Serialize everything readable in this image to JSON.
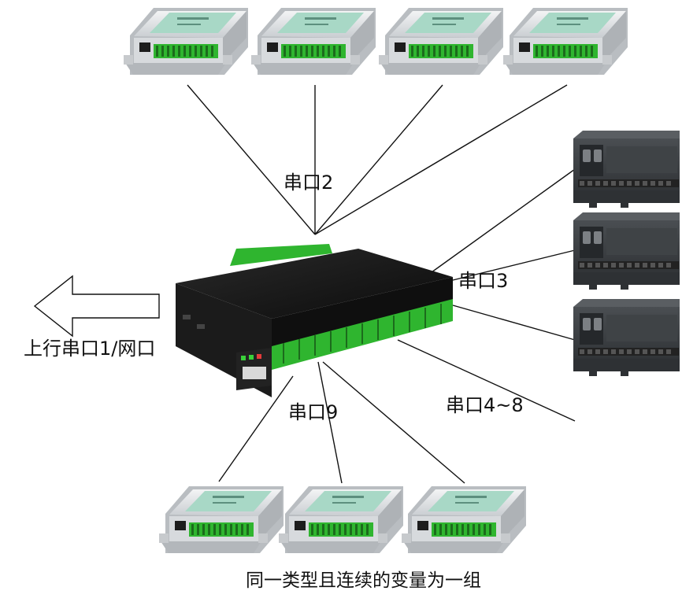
{
  "labels": {
    "serial_port_2": "串口2",
    "serial_port_3": "串口3",
    "serial_ports_4_8": "串口4~8",
    "serial_port_9": "串口9",
    "uplink": "上行串口1/网口",
    "caption": "同一类型且连续的变量为一组"
  },
  "colors": {
    "line": "#111111",
    "terminal_green": "#2fb52f",
    "gateway_body": "#141414",
    "module_shell": "#e9ecef",
    "module_label": "#9fd3c0",
    "plc_body": "#3a3d40"
  },
  "devices": {
    "gateway": "serial-gateway",
    "io_modules": 7,
    "plcs": 3
  }
}
